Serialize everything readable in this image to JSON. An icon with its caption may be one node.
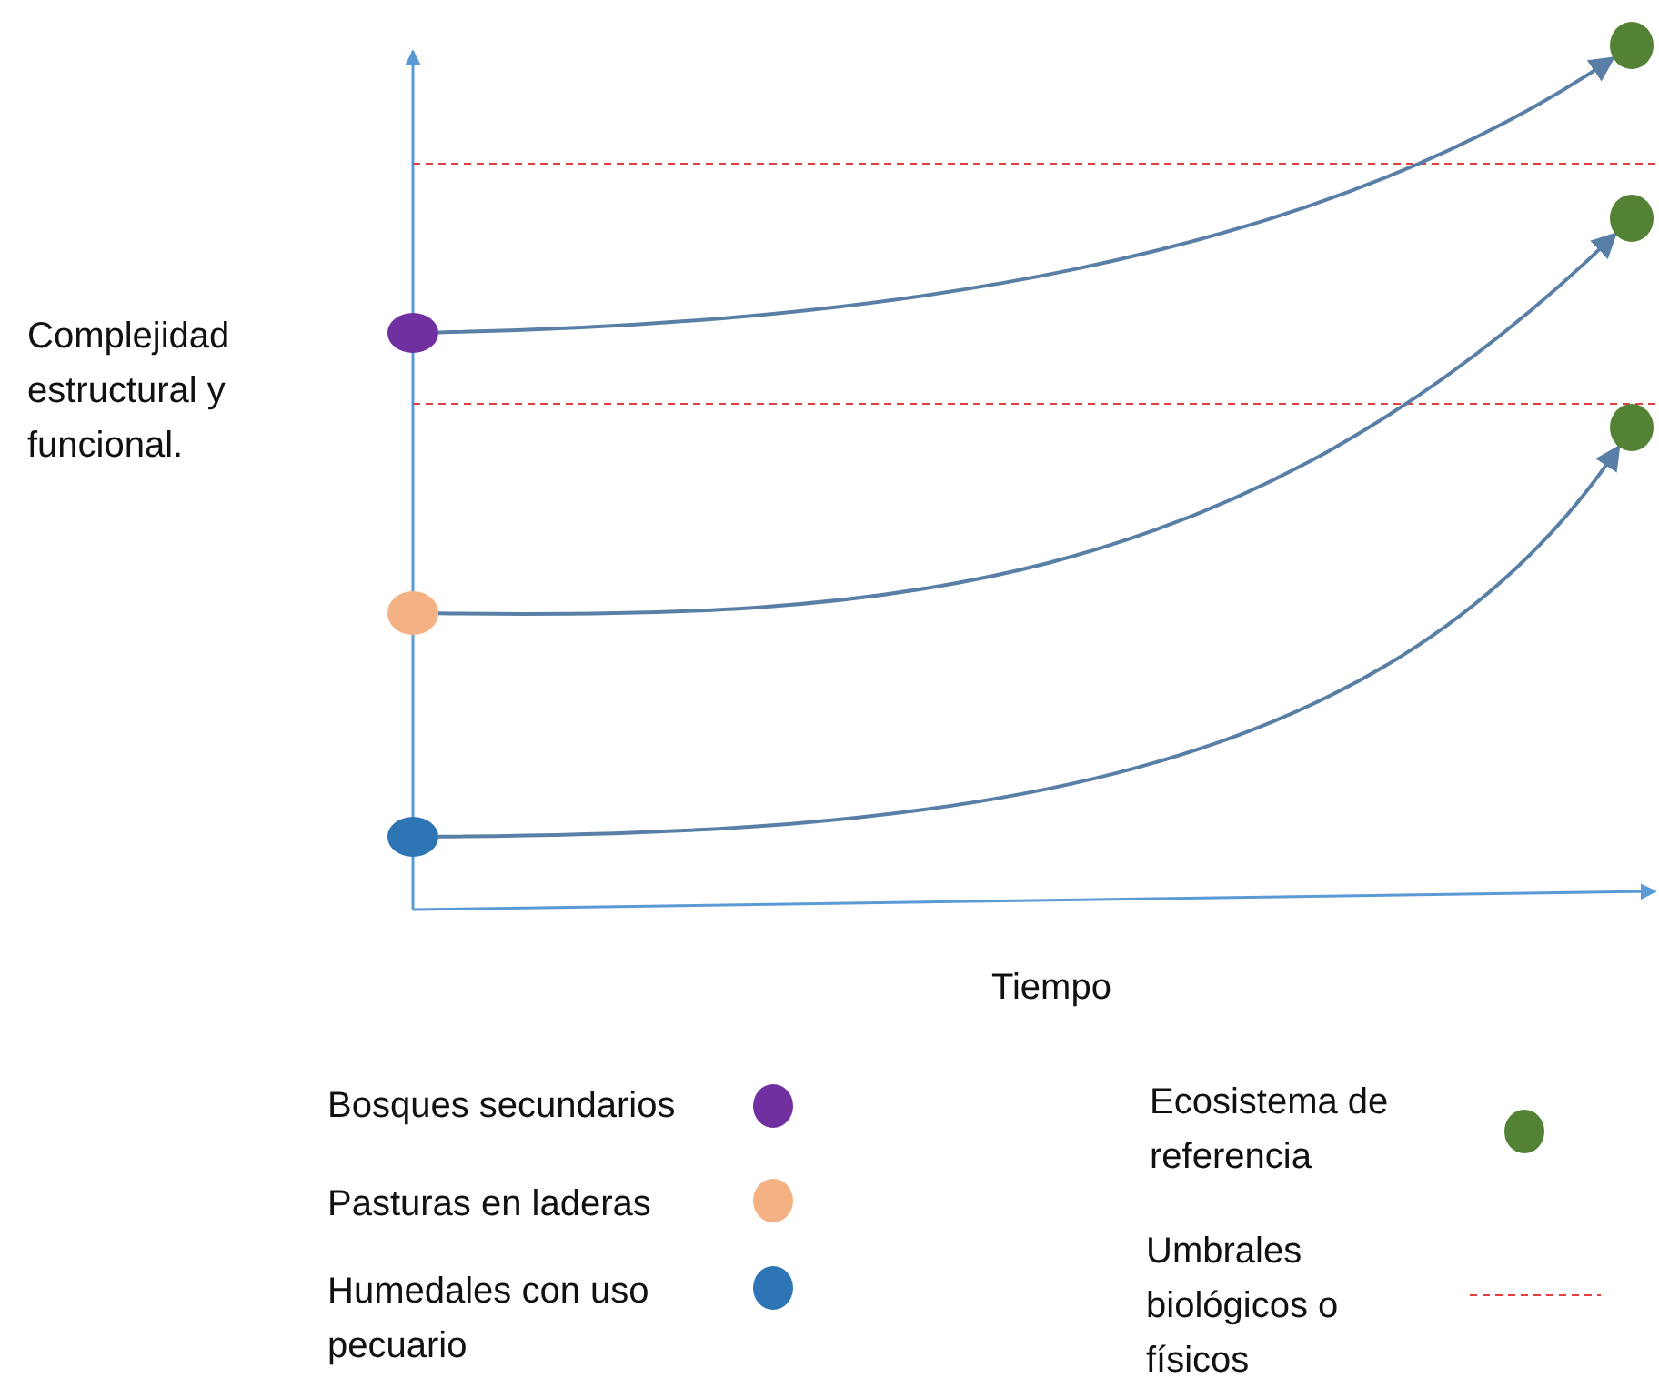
{
  "diagram": {
    "nodes": [
      {
        "text": [],
        "shape": "circle"
      },
      {
        "text": [],
        "shape": "circle"
      },
      {
        "text": [],
        "shape": "circle"
      },
      {
        "text": [],
        "shape": "circle"
      },
      {
        "text": [],
        "shape": "circle"
      },
      {
        "text": [],
        "shape": "circle"
      }
    ],
    "edges": [
      {
        "from": 0,
        "to": 3,
        "arrow": "to"
      },
      {
        "from": 1,
        "to": 4,
        "arrow": "to"
      },
      {
        "from": 2,
        "to": 5,
        "arrow": "to"
      }
    ],
    "labels": [
      "Complejidad estructural y funcional.",
      "Tiempo"
    ],
    "legend": [
      {
        "text": "Bosques secundarios",
        "color": "#7030a0"
      },
      {
        "text": "Pasturas en laderas",
        "color": "#f4b183"
      },
      {
        "text": "Humedales con uso pecuario",
        "color": "#2e75b6"
      },
      {
        "text": "Ecosistema de referencia",
        "color": "#548235"
      },
      {
        "text": "Umbrales biológicos o físicos"
      }
    ]
  }
}
